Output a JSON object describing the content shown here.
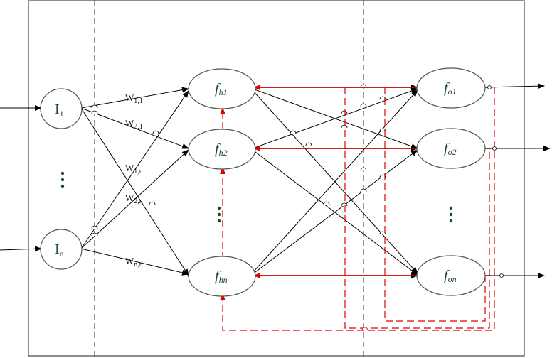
{
  "nodes": {
    "input_1": {
      "base": "I",
      "sub": "1"
    },
    "input_n": {
      "base": "I",
      "sub": "n"
    },
    "hidden_1": {
      "base": "f",
      "sub": "h1"
    },
    "hidden_2": {
      "base": "f",
      "sub": "h2"
    },
    "hidden_n": {
      "base": "f",
      "sub": "hn"
    },
    "output_1": {
      "base": "f",
      "sub": "o1"
    },
    "output_2": {
      "base": "f",
      "sub": "o2"
    },
    "output_n": {
      "base": "f",
      "sub": "on"
    }
  },
  "weights": {
    "w11": {
      "base": "W",
      "sub": "1,1"
    },
    "w21": {
      "base": "W",
      "sub": "2,1"
    },
    "w1n": {
      "base": "W",
      "sub": "1,n"
    },
    "w2n": {
      "base": "W",
      "sub": "2,n"
    },
    "wnn": {
      "base": "W",
      "sub": "n,n"
    }
  },
  "colors": {
    "node_text": "#1e4a2a",
    "connection": "#000000",
    "feedback": "#e00000",
    "divider": "#555555"
  }
}
